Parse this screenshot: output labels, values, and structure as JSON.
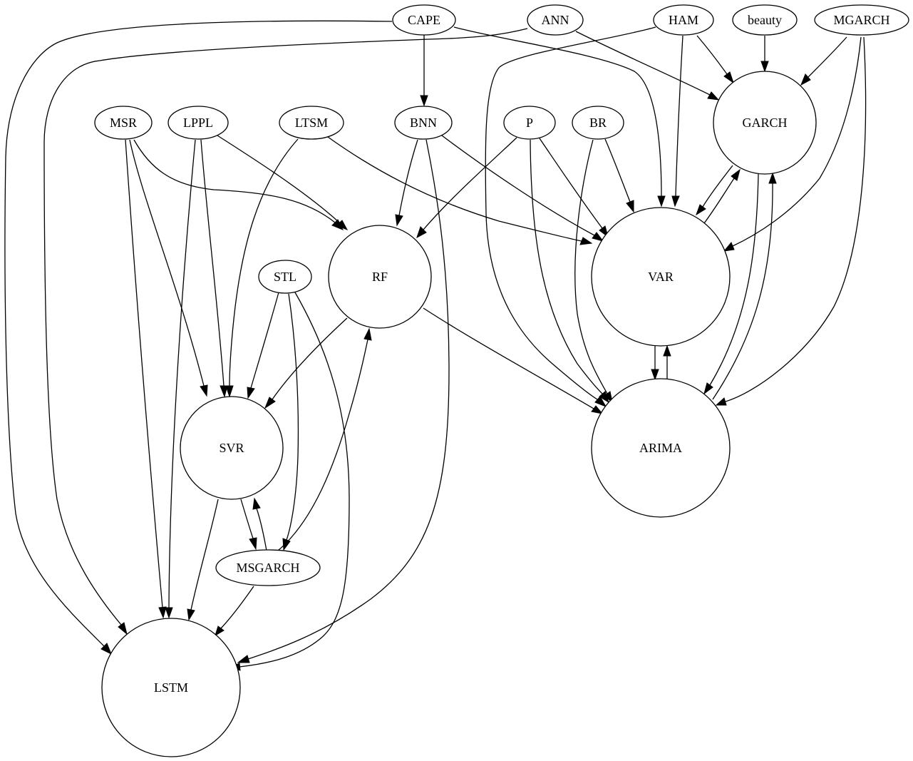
{
  "graph": {
    "nodes": [
      {
        "id": "cape",
        "label": "CAPE"
      },
      {
        "id": "ann",
        "label": "ANN"
      },
      {
        "id": "ham",
        "label": "HAM"
      },
      {
        "id": "beauty",
        "label": "beauty"
      },
      {
        "id": "mgarch",
        "label": "MGARCH"
      },
      {
        "id": "msr",
        "label": "MSR"
      },
      {
        "id": "lppl",
        "label": "LPPL"
      },
      {
        "id": "ltsm",
        "label": "LTSM"
      },
      {
        "id": "bnn",
        "label": "BNN"
      },
      {
        "id": "p",
        "label": "P"
      },
      {
        "id": "br",
        "label": "BR"
      },
      {
        "id": "garch",
        "label": "GARCH"
      },
      {
        "id": "stl",
        "label": "STL"
      },
      {
        "id": "rf",
        "label": "RF"
      },
      {
        "id": "var",
        "label": "VAR"
      },
      {
        "id": "svr",
        "label": "SVR"
      },
      {
        "id": "arima",
        "label": "ARIMA"
      },
      {
        "id": "msgarch",
        "label": "MSGARCH"
      },
      {
        "id": "lstm",
        "label": "LSTM"
      }
    ],
    "edges": [
      {
        "from": "cape",
        "to": "bnn"
      },
      {
        "from": "cape",
        "to": "var"
      },
      {
        "from": "cape",
        "to": "lstm"
      },
      {
        "from": "ann",
        "to": "garch"
      },
      {
        "from": "ann",
        "to": "lstm"
      },
      {
        "from": "ham",
        "to": "garch"
      },
      {
        "from": "ham",
        "to": "var"
      },
      {
        "from": "ham",
        "to": "arima"
      },
      {
        "from": "beauty",
        "to": "garch"
      },
      {
        "from": "mgarch",
        "to": "garch"
      },
      {
        "from": "mgarch",
        "to": "var"
      },
      {
        "from": "mgarch",
        "to": "arima"
      },
      {
        "from": "msr",
        "to": "rf"
      },
      {
        "from": "msr",
        "to": "svr"
      },
      {
        "from": "msr",
        "to": "lstm"
      },
      {
        "from": "lppl",
        "to": "rf"
      },
      {
        "from": "lppl",
        "to": "svr"
      },
      {
        "from": "lppl",
        "to": "lstm"
      },
      {
        "from": "ltsm",
        "to": "var"
      },
      {
        "from": "ltsm",
        "to": "svr"
      },
      {
        "from": "bnn",
        "to": "rf"
      },
      {
        "from": "bnn",
        "to": "var"
      },
      {
        "from": "bnn",
        "to": "lstm"
      },
      {
        "from": "p",
        "to": "rf"
      },
      {
        "from": "p",
        "to": "var"
      },
      {
        "from": "p",
        "to": "arima"
      },
      {
        "from": "br",
        "to": "var"
      },
      {
        "from": "br",
        "to": "arima"
      },
      {
        "from": "garch",
        "to": "var"
      },
      {
        "from": "var",
        "to": "garch"
      },
      {
        "from": "garch",
        "to": "arima"
      },
      {
        "from": "arima",
        "to": "garch"
      },
      {
        "from": "var",
        "to": "arima"
      },
      {
        "from": "arima",
        "to": "var"
      },
      {
        "from": "stl",
        "to": "svr"
      },
      {
        "from": "stl",
        "to": "msgarch"
      },
      {
        "from": "stl",
        "to": "lstm"
      },
      {
        "from": "rf",
        "to": "svr"
      },
      {
        "from": "rf",
        "to": "arima"
      },
      {
        "from": "svr",
        "to": "msgarch"
      },
      {
        "from": "msgarch",
        "to": "svr"
      },
      {
        "from": "svr",
        "to": "lstm"
      },
      {
        "from": "msgarch",
        "to": "rf"
      },
      {
        "from": "msgarch",
        "to": "lstm"
      }
    ]
  }
}
